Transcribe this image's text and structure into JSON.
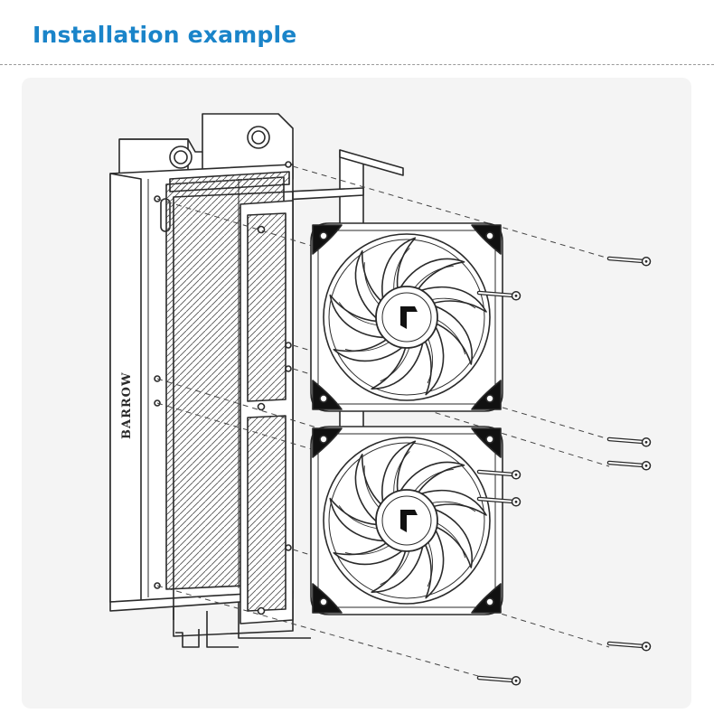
{
  "header": {
    "title": "Installation example",
    "title_color": "#1a84c9"
  },
  "illustration": {
    "brand_text": "BARROW",
    "line_color": "#2a2a2a",
    "fill_color": "#ffffff",
    "panel_color": "#f4f4f4",
    "fan_count": 2,
    "screw_count": 8
  }
}
